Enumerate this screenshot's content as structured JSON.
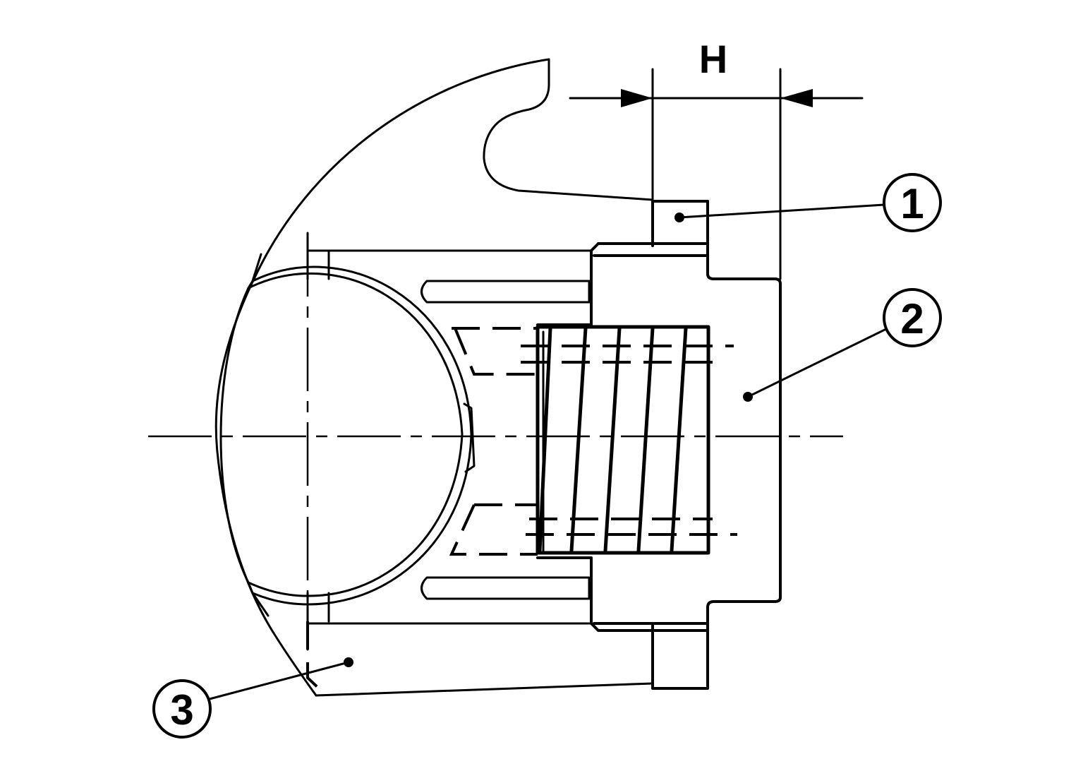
{
  "dimension": {
    "label": "H"
  },
  "callouts": [
    {
      "number": "1"
    },
    {
      "number": "2"
    },
    {
      "number": "3"
    }
  ]
}
